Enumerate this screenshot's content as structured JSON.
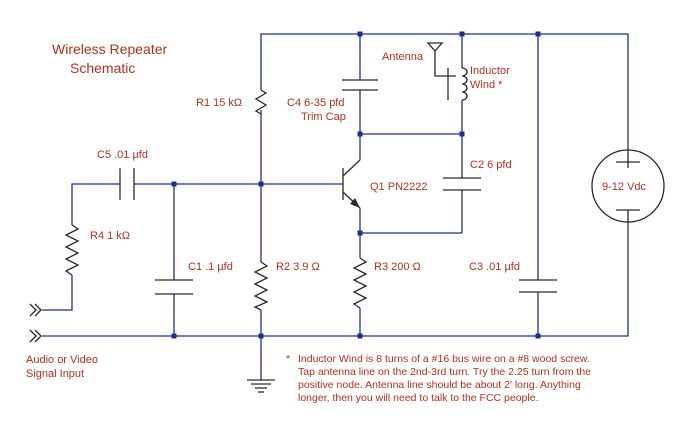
{
  "title": {
    "line1": "Wireless Repeater",
    "line2": "Schematic"
  },
  "components": {
    "r1": "R1 15 kΩ",
    "c4": {
      "line1": "C4 6-35 pfd",
      "line2": "Trim Cap"
    },
    "antenna": "Antenna",
    "inductor": {
      "line1": "Inductor",
      "line2": "Wind  *"
    },
    "c5": "C5 .01 µfd",
    "q1": "Q1 PN2222",
    "c2": "C2 6 pfd",
    "r4": "R4 1 kΩ",
    "c1": "C1 .1 µfd",
    "r2": "R2 3.9 Ω",
    "r3": "R3 200 Ω",
    "c3": "C3 .01 µfd",
    "battery": "9-12 Vdc"
  },
  "input_label": {
    "line1": "Audio or Video",
    "line2": "Signal Input"
  },
  "footnote": {
    "star": "*",
    "line1": "Inductor Wind is 8 turns of a #16 bus wire on a #8 wood screw.",
    "line2": "Tap antenna line on the 2nd-3rd turn.  Try the 2.25 turn from the",
    "line3": "positive node.  Antenna line should be about 2' long.  Anything",
    "line4": "longer, then you will need to talk to the FCC people."
  },
  "colors": {
    "wire": "#1f2f8f",
    "text": "#b5301e"
  }
}
